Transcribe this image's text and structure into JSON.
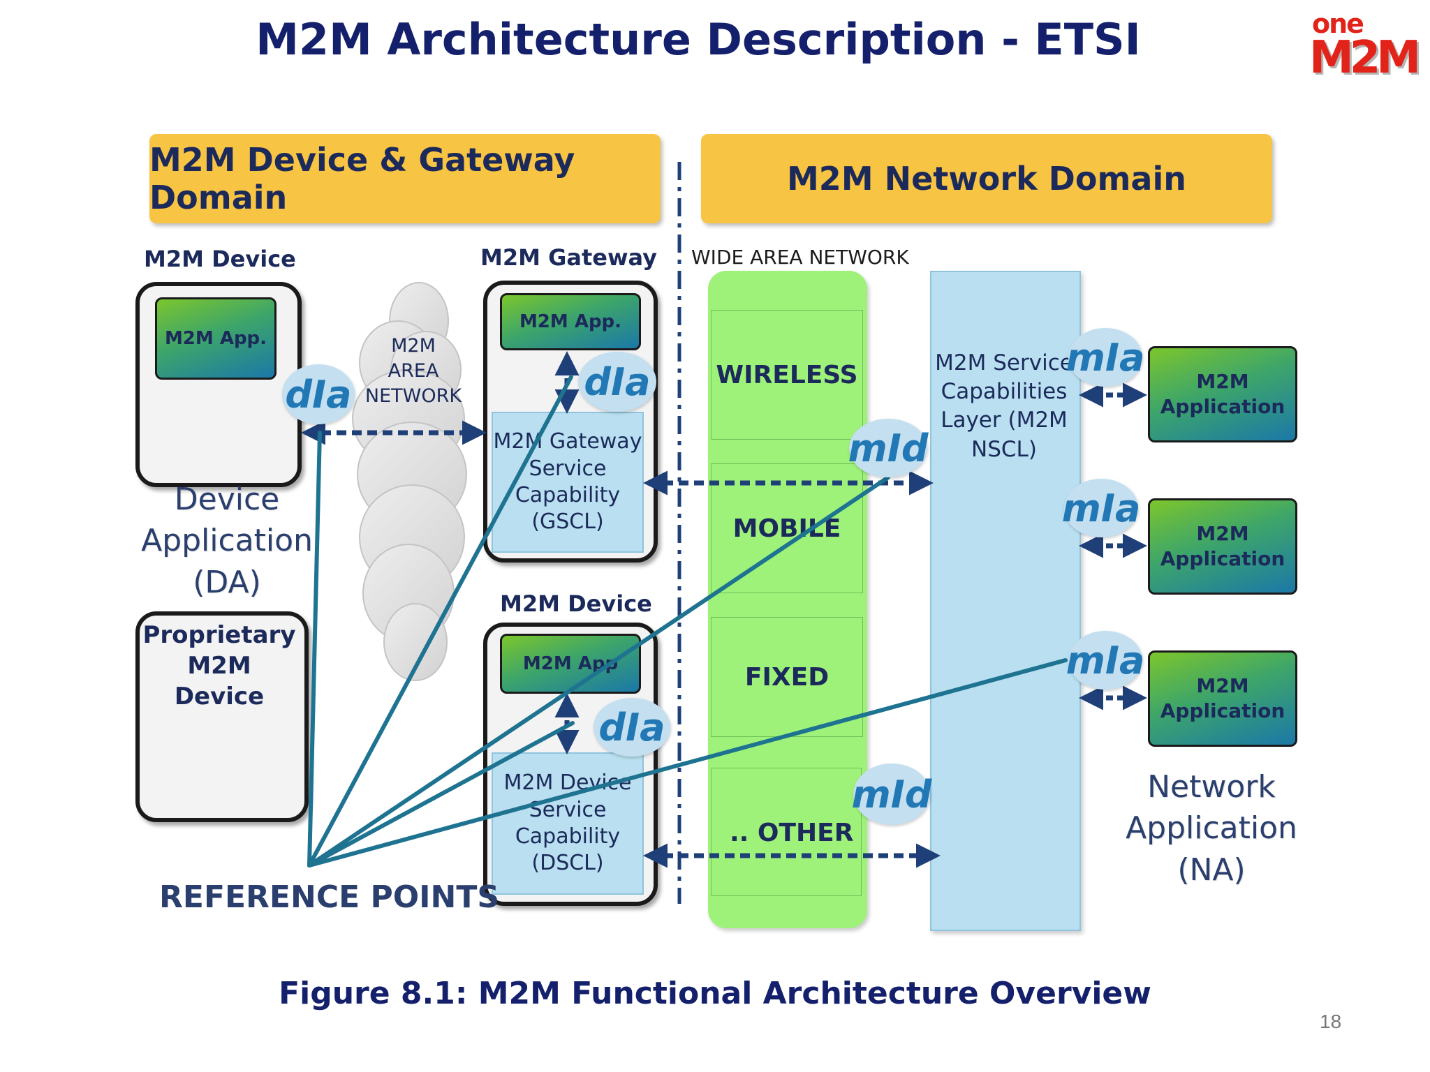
{
  "slide": {
    "title": "M2M Architecture Description - ETSI",
    "caption": "Figure 8.1: M2M Functional Architecture Overview",
    "page_number": "18"
  },
  "logo": {
    "top": "one",
    "bottom": "M2M"
  },
  "domains": {
    "device_gateway": "M2M Device & Gateway Domain",
    "network": "M2M Network Domain"
  },
  "device_gateway": {
    "m2m_device_label": "M2M  Device",
    "m2m_device_app": "M2M App.",
    "area_network": [
      "M2M",
      "AREA",
      "NETWORK"
    ],
    "gateway_label": "M2M  Gateway",
    "gateway_app": "M2M App.",
    "gscl": [
      "M2M Gateway",
      "Service",
      "Capability",
      "(GSCL)"
    ],
    "da_label": [
      "Device",
      "Application",
      "(DA)"
    ],
    "proprietary_device": [
      "Proprietary",
      "M2M  Device"
    ],
    "device2_label": "M2M  Device",
    "device2_app": "M2M App",
    "dscl": [
      "M2M Device",
      "Service",
      "Capability",
      "(DSCL)"
    ],
    "reference_points": "REFERENCE POINTS"
  },
  "reference_point_badges": {
    "dia": "dIa",
    "mid": "mId",
    "mia": "mIa"
  },
  "network": {
    "wan_label": "WIDE AREA NETWORK",
    "wan_segments": [
      "WIRELESS",
      "MOBILE",
      "FIXED",
      ".. OTHER"
    ],
    "nscl": [
      "M2M Service",
      "Capabilities",
      "Layer (M2M",
      "NSCL)"
    ],
    "network_apps": [
      [
        "M2M",
        "Application"
      ],
      [
        "M2M",
        "Application"
      ],
      [
        "M2M",
        "Application"
      ]
    ],
    "na_label": [
      "Network",
      "Application",
      "(NA)"
    ]
  },
  "colors": {
    "title": "#14206b",
    "banner": "#f8c443",
    "wan": "#9ef27a",
    "nscl": "#b9dff0",
    "line": "#1e7391",
    "arrow": "#1f3f78",
    "badge_text": "#2178b5"
  }
}
